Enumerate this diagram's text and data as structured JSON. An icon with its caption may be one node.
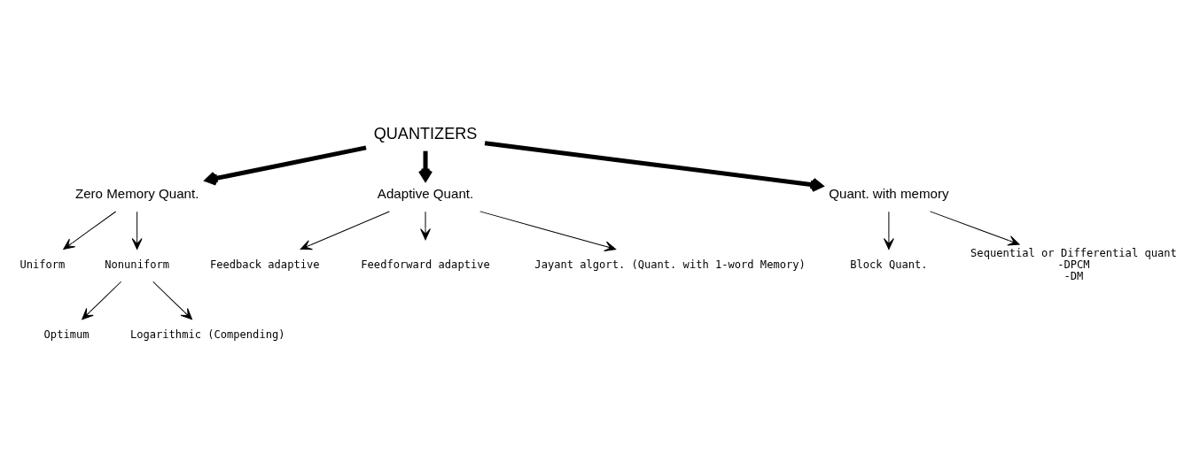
{
  "diagram": {
    "nodes": [
      {
        "text": [
          "QUANTIZERS"
        ]
      },
      {
        "text": [
          "Zero Memory Quant."
        ]
      },
      {
        "text": [
          "Adaptive Quant."
        ]
      },
      {
        "text": [
          "Quant. with memory"
        ]
      },
      {
        "text": [
          "Uniform"
        ]
      },
      {
        "text": [
          "Nonuniform"
        ]
      },
      {
        "text": [
          "Optimum"
        ]
      },
      {
        "text": [
          "Logarithmic (Compending)"
        ]
      },
      {
        "text": [
          "Feedback adaptive"
        ]
      },
      {
        "text": [
          "Feedforward adaptive"
        ]
      },
      {
        "text": [
          "Jayant algort. (Quant. with 1-word Memory)"
        ]
      },
      {
        "text": [
          "Block Quant."
        ]
      },
      {
        "text": [
          "Sequential or Differential quant",
          "-DPCM",
          "-DM"
        ]
      }
    ],
    "edges": [
      {
        "from": 0,
        "to": 1,
        "arrow": "to",
        "style": "thick"
      },
      {
        "from": 0,
        "to": 2,
        "arrow": "to",
        "style": "thick"
      },
      {
        "from": 0,
        "to": 3,
        "arrow": "to",
        "style": "thick"
      },
      {
        "from": 1,
        "to": 4,
        "arrow": "to"
      },
      {
        "from": 1,
        "to": 5,
        "arrow": "to"
      },
      {
        "from": 5,
        "to": 6,
        "arrow": "to"
      },
      {
        "from": 5,
        "to": 7,
        "arrow": "to"
      },
      {
        "from": 2,
        "to": 8,
        "arrow": "to"
      },
      {
        "from": 2,
        "to": 9,
        "arrow": "to"
      },
      {
        "from": 2,
        "to": 10,
        "arrow": "to"
      },
      {
        "from": 3,
        "to": 11,
        "arrow": "to"
      },
      {
        "from": 3,
        "to": 12,
        "arrow": "to"
      }
    ]
  }
}
